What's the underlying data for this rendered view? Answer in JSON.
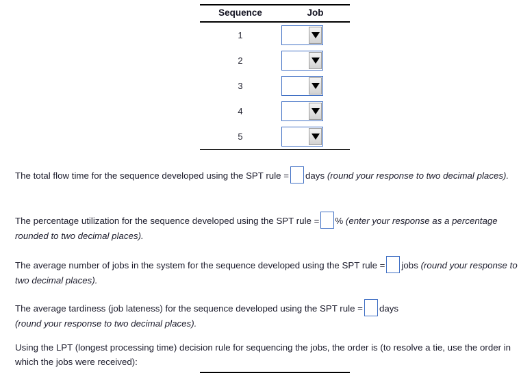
{
  "table": {
    "headers": {
      "sequence": "Sequence",
      "job": "Job"
    },
    "rows": [
      {
        "sequence": "1",
        "job_value": ""
      },
      {
        "sequence": "2",
        "job_value": ""
      },
      {
        "sequence": "3",
        "job_value": ""
      },
      {
        "sequence": "4",
        "job_value": ""
      },
      {
        "sequence": "5",
        "job_value": ""
      }
    ],
    "dropdown_icon": "chevron-down-icon"
  },
  "questions": {
    "q1": {
      "text_before": "The total flow time for the sequence developed using the SPT rule =",
      "input_value": "",
      "unit": "days",
      "note": "(round your response to two decimal places)."
    },
    "q2": {
      "text_before": "The percentage utilization for the sequence developed using the SPT rule =",
      "input_value": "",
      "unit": "%",
      "note": "(enter your response as a percentage rounded to two decimal places)."
    },
    "q3": {
      "text_before": "The average number of jobs in the system for the sequence developed using the SPT rule =",
      "input_value": "",
      "unit": "jobs",
      "note": "(round your response to two decimal places)."
    },
    "q4": {
      "text_before": "The average tardiness (job lateness) for the sequence developed using the SPT rule =",
      "input_value": "",
      "unit": "days",
      "note": "(round your response to two decimal places)."
    },
    "q5": {
      "text": "Using the LPT (longest processing time) decision rule for sequencing the jobs, the order is (to resolve a tie, use the order in which the jobs were received):"
    }
  },
  "colors": {
    "input_border": "#3f6fc4",
    "text": "#1b1b2b",
    "rule": "#000000"
  }
}
